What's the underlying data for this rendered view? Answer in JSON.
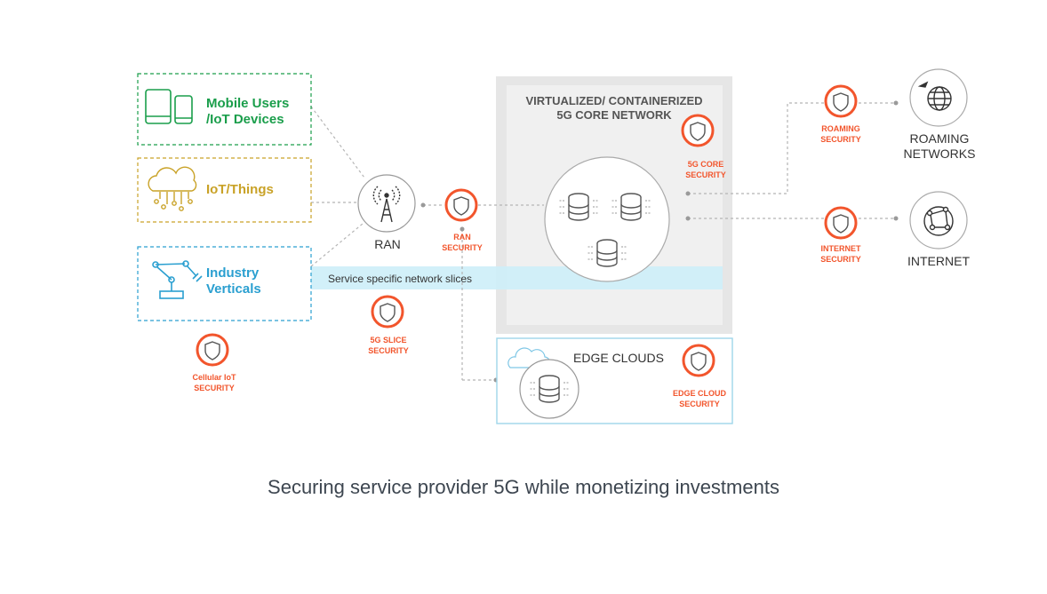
{
  "diagram": {
    "devices": {
      "mobile": {
        "line1": "Mobile Users",
        "line2": "/IoT Devices",
        "icon": "mobile-devices-icon",
        "color": "#1a9e4b"
      },
      "iot": {
        "label": "IoT/Things",
        "icon": "cloud-iot-icon",
        "color": "#c9a227"
      },
      "industry": {
        "line1": "Industry",
        "line2": "Verticals",
        "icon": "robot-arm-icon",
        "color": "#2a9fd0"
      }
    },
    "ran": {
      "label": "RAN",
      "icon": "antenna-tower-icon"
    },
    "core": {
      "title_line1": "VIRTUALIZED/ CONTAINERIZED",
      "title_line2": "5G CORE NETWORK"
    },
    "slice_band": {
      "label": "Service specific network slices"
    },
    "edge": {
      "label": "EDGE CLOUDS"
    },
    "roaming": {
      "line1": "ROAMING",
      "line2": "NETWORKS",
      "icon": "globe-plane-icon"
    },
    "internet": {
      "label": "INTERNET",
      "icon": "network-globe-icon"
    },
    "security": {
      "ran": {
        "line1": "RAN",
        "line2": "SECURITY"
      },
      "core": {
        "line1": "5G CORE",
        "line2": "SECURITY"
      },
      "roaming": {
        "line1": "ROAMING",
        "line2": "SECURITY"
      },
      "internet": {
        "line1": "INTERNET",
        "line2": "SECURITY"
      },
      "slice": {
        "line1": "5G SLICE",
        "line2": "SECURITY"
      },
      "cellular": {
        "line1": "Cellular IoT",
        "line2": "SECURITY"
      },
      "edge": {
        "line1": "EDGE CLOUD",
        "line2": "SECURITY"
      }
    },
    "colors": {
      "security": "#f2552c",
      "core_bg": "#e6e6e6",
      "slice": "#cdeef8",
      "edge_border": "#9ed6ea"
    }
  },
  "caption": "Securing service provider 5G while monetizing investments"
}
